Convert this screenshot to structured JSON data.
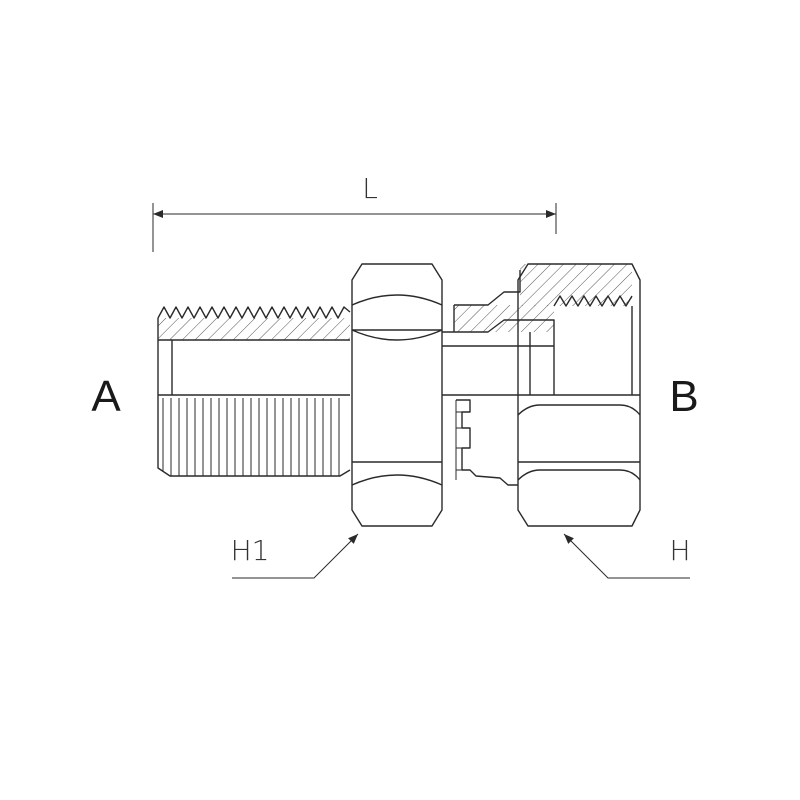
{
  "labels": {
    "dimension_length": "L",
    "end_a": "A",
    "end_b": "B",
    "hex_a": "H1",
    "hex_b": "H"
  },
  "colors": {
    "line": "#2a2a2a",
    "background": "#ffffff"
  }
}
